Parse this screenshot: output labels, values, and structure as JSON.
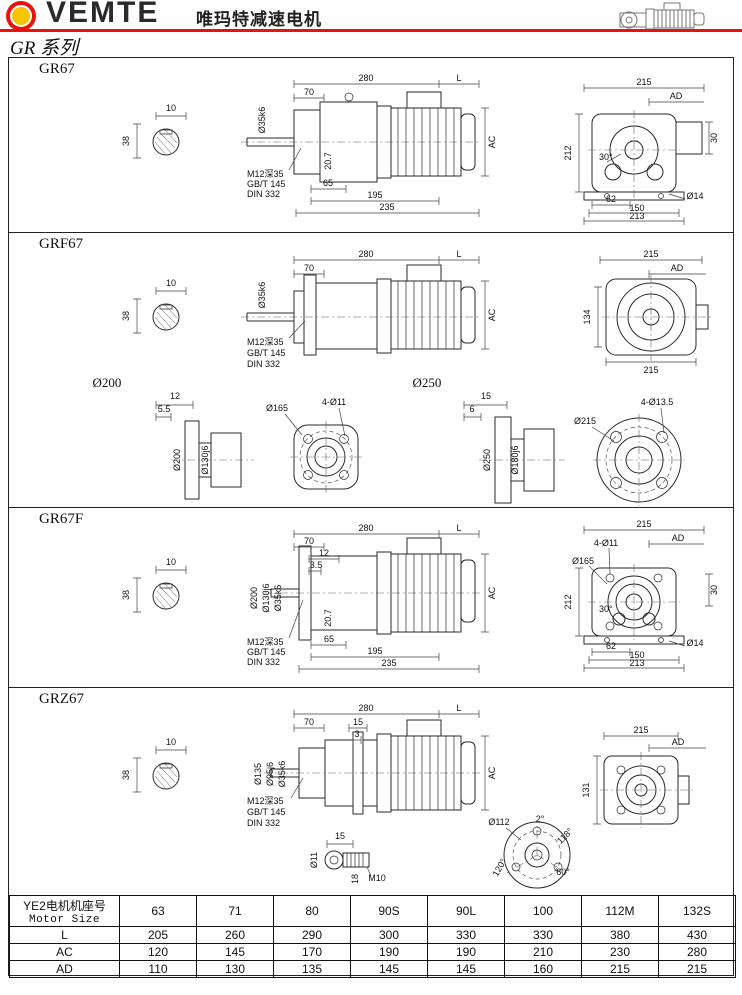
{
  "header": {
    "brand": "VEMTE",
    "tagline": "唯玛特减速电机",
    "series_title": "GR 系列",
    "accent_red": "#e8140c"
  },
  "sections": {
    "gr67": {
      "title": "GR67",
      "shaft": {
        "key_w": "10",
        "dia": "38"
      },
      "side": {
        "len_total": "280",
        "len_motor": "L",
        "d70": "70",
        "shaft_dia": "Ø35k6",
        "d20_7": "20.7",
        "ac": "AC",
        "hole_1": "M12深35",
        "hole_2": "GB/T 145",
        "hole_3": "DIN 332",
        "d65": "65",
        "d195": "195",
        "d235": "235"
      },
      "rear": {
        "w215": "215",
        "ad": "AD",
        "h212": "212",
        "ang30": "30°",
        "d30": "30",
        "d62": "62",
        "dia14": "Ø14",
        "d150": "150",
        "d213": "213"
      }
    },
    "grf67": {
      "title": "GRF67",
      "shaft": {
        "key_w": "10",
        "dia": "38"
      },
      "side": {
        "len_total": "280",
        "len_motor": "L",
        "d70": "70",
        "shaft_dia": "Ø35k6",
        "ac": "AC",
        "hole_1": "M12深35",
        "hole_2": "GB/T 145",
        "hole_3": "DIN 332"
      },
      "rear": {
        "w215": "215",
        "ad": "AD",
        "h134": "134",
        "b215": "215"
      }
    },
    "flanges": {
      "f200": {
        "title": "Ø200",
        "side": {
          "d12": "12",
          "d5_5": "5.5",
          "dia_outer": "Ø200",
          "dia_spigot": "Ø130j6"
        },
        "front": {
          "bolt_circle": "Ø165",
          "holes": "4-Ø11"
        }
      },
      "f250": {
        "title": "Ø250",
        "side": {
          "d15": "15",
          "d6": "6",
          "dia_outer": "Ø250",
          "dia_spigot": "Ø180j6"
        },
        "front": {
          "bolt_circle": "Ø215",
          "holes": "4-Ø13.5"
        }
      }
    },
    "gr67f": {
      "title": "GR67F",
      "shaft": {
        "key_w": "10",
        "dia": "38"
      },
      "side": {
        "len_total": "280",
        "len_motor": "L",
        "d70": "70",
        "d12": "12",
        "d3_5": "3.5",
        "dia_flange": "Ø200",
        "dia_spigot": "Ø130j6",
        "shaft_dia": "Ø35k6",
        "d20_7": "20.7",
        "ac": "AC",
        "hole_1": "M12深35",
        "hole_2": "GB/T 145",
        "hole_3": "DIN 332",
        "d65": "65",
        "d195": "195",
        "d235": "235"
      },
      "rear": {
        "w215": "215",
        "holes": "4-Ø11",
        "ad": "AD",
        "bolt_circle": "Ø165",
        "h212": "212",
        "ang30": "30°",
        "d30": "30",
        "d62": "62",
        "dia14": "Ø14",
        "d150": "150",
        "d213": "213"
      }
    },
    "grz67": {
      "title": "GRZ67",
      "shaft": {
        "key_w": "10",
        "dia": "38"
      },
      "side": {
        "len_total": "280",
        "len_motor": "L",
        "d70": "70",
        "d15": "15",
        "d3": "3",
        "dia_flange": "Ø135",
        "dia_spigot": "Ø95j6",
        "shaft_dia": "Ø35k6",
        "ac": "AC",
        "hole_1": "M12深35",
        "hole_2": "GB/T 145",
        "hole_3": "DIN 332"
      },
      "stud": {
        "dia11": "Ø11",
        "d15": "15",
        "d18": "18",
        "m10": "M10"
      },
      "rear": {
        "w215": "215",
        "ad": "AD",
        "h131": "131"
      },
      "flange_detail": {
        "dia112": "Ø112",
        "ang2": "2°",
        "ang118": "118°",
        "ang120": "120°",
        "ang60": "60°"
      }
    }
  },
  "table": {
    "row_header_line1": "YE2电机机座号",
    "row_header_line2": "Motor Size",
    "columns": [
      "63",
      "71",
      "80",
      "90S",
      "90L",
      "100",
      "112M",
      "132S"
    ],
    "rows": [
      {
        "label": "L",
        "values": [
          "205",
          "260",
          "290",
          "300",
          "330",
          "330",
          "380",
          "430"
        ]
      },
      {
        "label": "AC",
        "values": [
          "120",
          "145",
          "170",
          "190",
          "190",
          "210",
          "230",
          "280"
        ]
      },
      {
        "label": "AD",
        "values": [
          "110",
          "130",
          "135",
          "145",
          "145",
          "160",
          "215",
          "215"
        ]
      }
    ]
  }
}
